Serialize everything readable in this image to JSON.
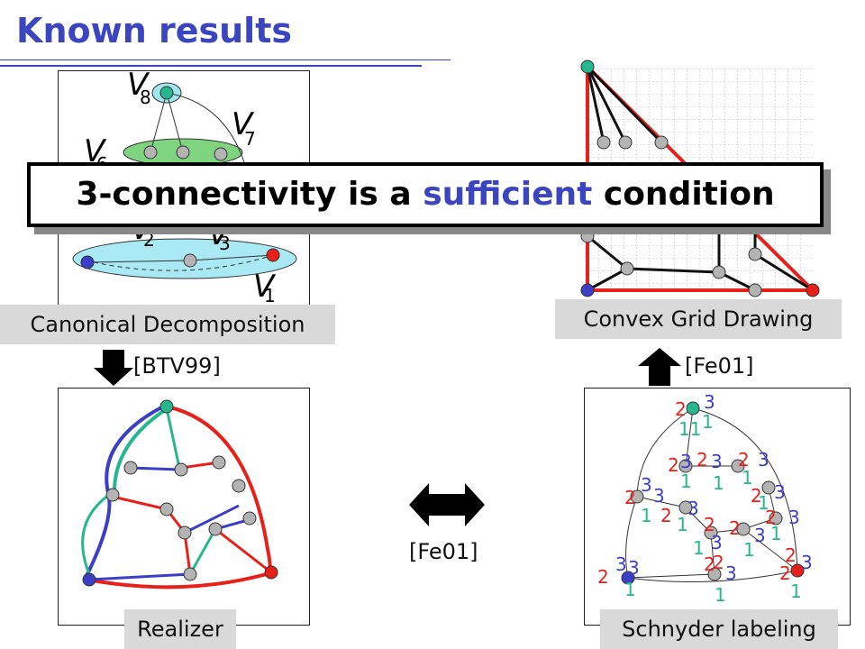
{
  "title": "Known results",
  "banner": {
    "before": "3-connectivity is a ",
    "highlight": "sufficient",
    "after": " condition"
  },
  "panels": {
    "canonical": {
      "label": "Canonical Decomposition",
      "vertices": {
        "v8": {
          "letter": "V",
          "sub": "8"
        },
        "v7": {
          "letter": "V",
          "sub": "7"
        },
        "v6": {
          "letter": "V",
          "sub": "6"
        },
        "v2": {
          "letter": "V",
          "sub": "2"
        },
        "v3": {
          "letter": "V",
          "sub": "3"
        },
        "v1": {
          "letter": "V",
          "sub": "1"
        }
      }
    },
    "grid": {
      "label": "Convex Grid Drawing"
    },
    "realizer": {
      "label": "Realizer"
    },
    "schnyder": {
      "label": "Schnyder labeling"
    }
  },
  "citations": {
    "down": "[BTV99]",
    "up": "[Fe01]",
    "middle": "[Fe01]"
  },
  "colors": {
    "accent": "#3b45c0",
    "red": "#e8201a",
    "teal": "#27b78f",
    "blue": "#3b3fc8",
    "node_gray": "#b3b3b3"
  },
  "icons": [
    "arrow-down-icon",
    "arrow-up-icon",
    "double-arrow-icon"
  ]
}
